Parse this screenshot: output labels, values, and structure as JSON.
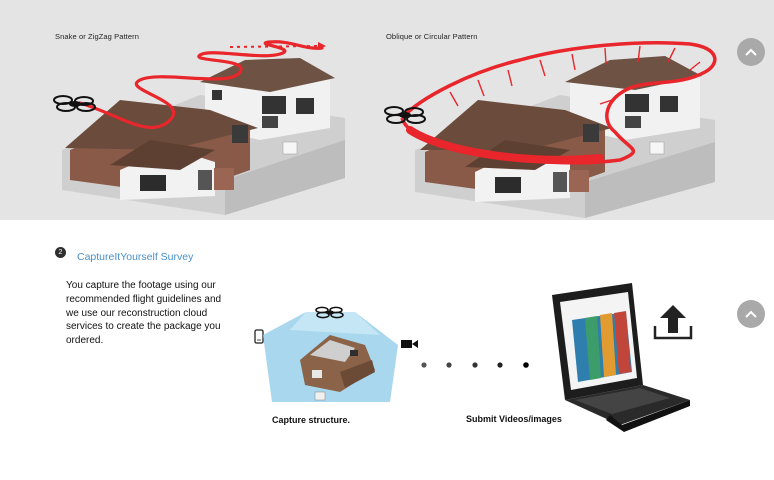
{
  "banner": {
    "left_pattern_label": "Snake or ZigZag Pattern",
    "right_pattern_label": "Oblique or Circular Pattern",
    "path_color": "#e8262b",
    "background": "#e4e4e4"
  },
  "scroll_buttons": [
    {
      "icon": "chevron-up-icon"
    },
    {
      "icon": "chevron-up-icon"
    }
  ],
  "survey": {
    "step_number": "2",
    "title": "CaptureItYourself Survey",
    "title_color": "#4a90c8",
    "description": "You capture the footage using our recommended flight guidelines and we use our reconstruction cloud services to create the package you ordered."
  },
  "flow": {
    "capture_caption": "Capture  structure.",
    "submit_caption": "Submit Videos/images"
  }
}
